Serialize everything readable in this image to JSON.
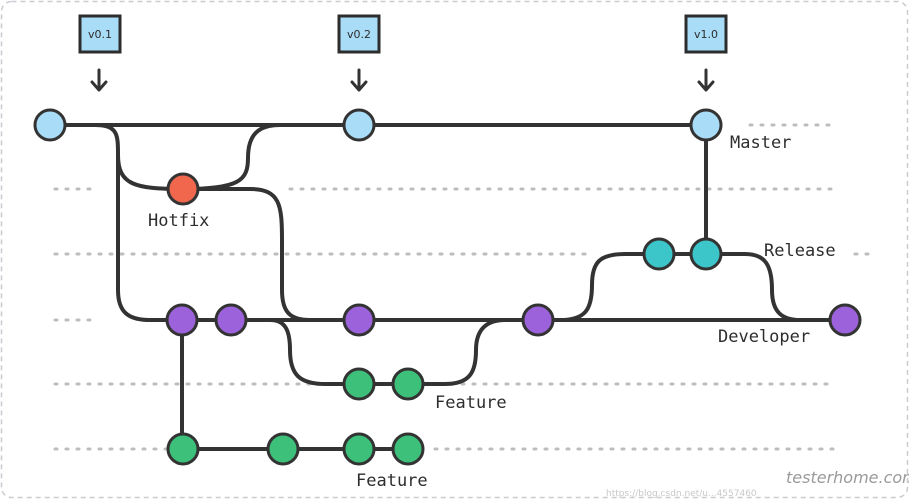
{
  "tags": [
    {
      "label": "v0.1"
    },
    {
      "label": "v0.2"
    },
    {
      "label": "v1.0"
    }
  ],
  "lanes": {
    "master": "Master",
    "hotfix": "Hotfix",
    "release": "Release",
    "developer": "Developer",
    "feature_top": "Feature",
    "feature_bottom": "Feature"
  },
  "watermark": {
    "text": "testerhome.com",
    "subtext": "https://blog.csdn.net/u...4557460"
  },
  "colors": {
    "master": "#a9dcf7",
    "hotfix": "#f0674d",
    "release": "#3cc6c9",
    "developer": "#9b62db",
    "feature": "#3cc07a",
    "line": "#333333",
    "dots": "#bdbdbd",
    "tag_fill": "#a9dcf7",
    "frame": "#c9ccd1"
  }
}
